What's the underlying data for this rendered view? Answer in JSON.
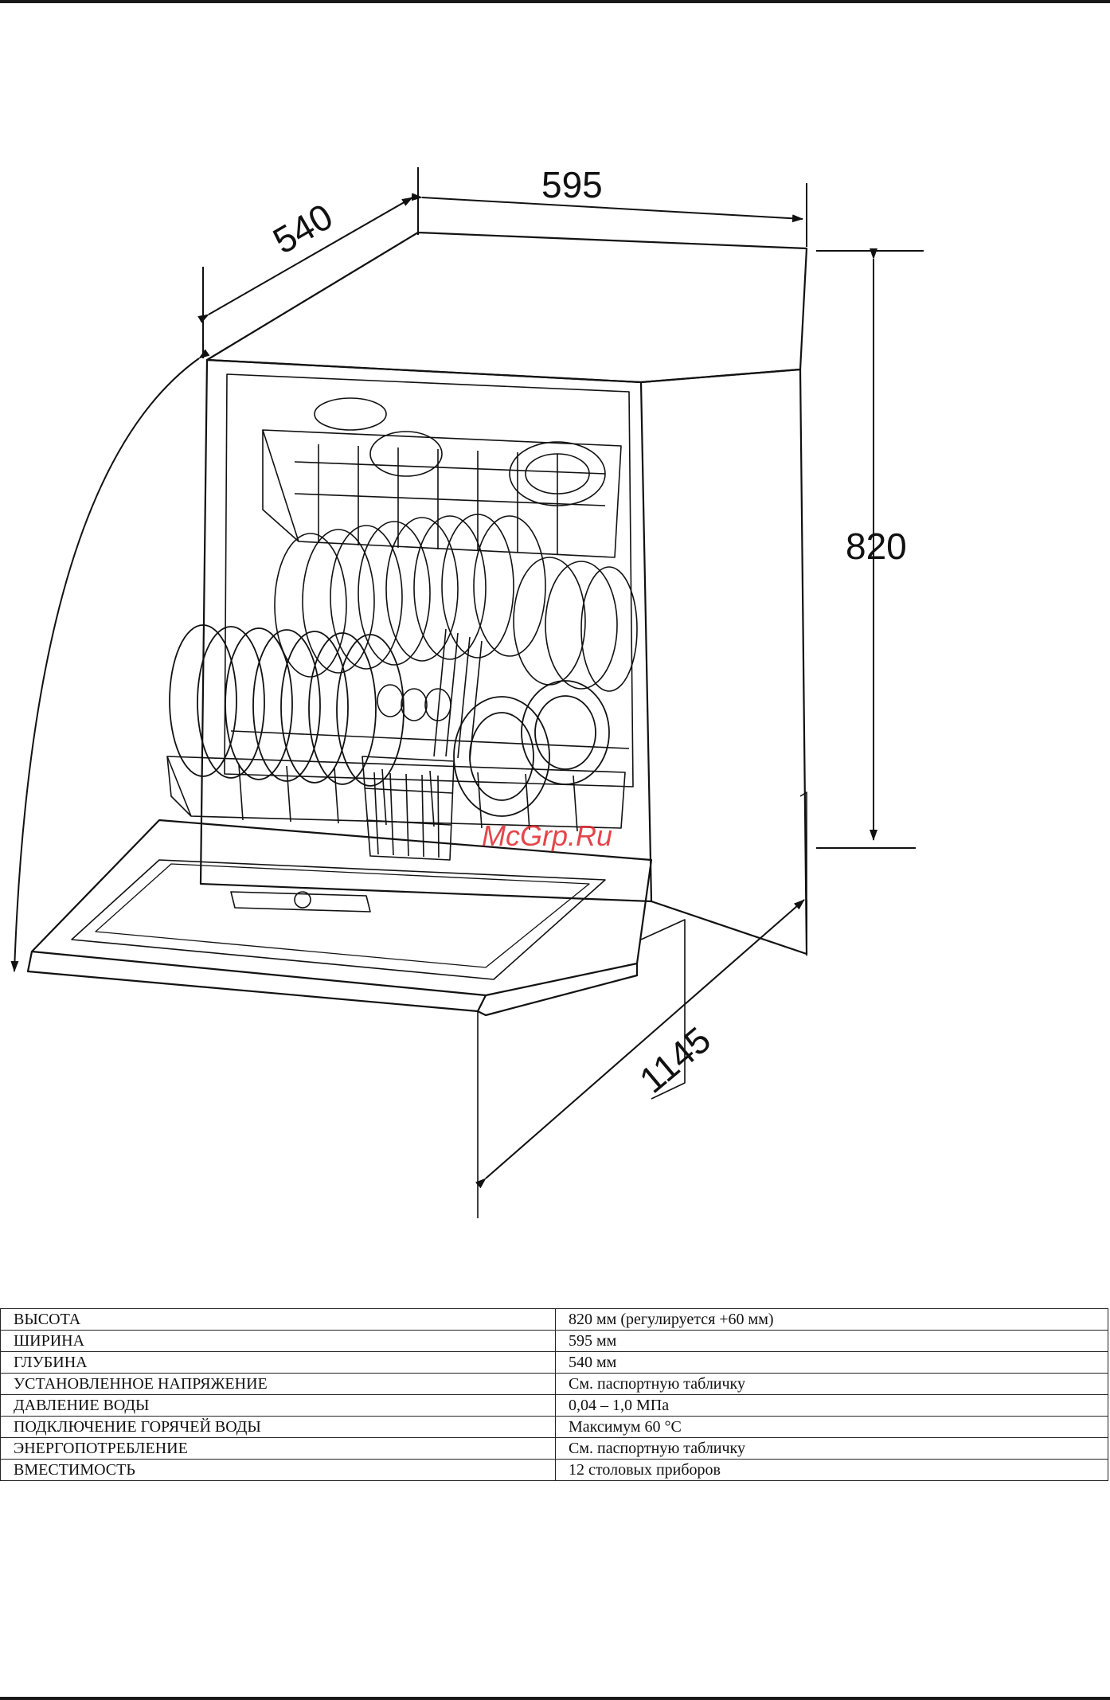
{
  "dimensions": {
    "width": "595",
    "depth": "540",
    "height": "820",
    "depth_door_open": "1145"
  },
  "watermark": "McGrp.Ru",
  "specs": [
    {
      "param": "ВЫСОТА",
      "value": "820 мм (регулируется +60 мм)"
    },
    {
      "param": "ШИРИНА",
      "value": "595 мм"
    },
    {
      "param": "ГЛУБИНА",
      "value": "540 мм"
    },
    {
      "param": "УСТАНОВЛЕННОЕ НАПРЯЖЕНИЕ",
      "value": "См. паспортную табличку"
    },
    {
      "param": "ДАВЛЕНИЕ ВОДЫ",
      "value": "0,04 – 1,0 МПа"
    },
    {
      "param": "ПОДКЛЮЧЕНИЕ ГОРЯЧЕЙ ВОДЫ",
      "value": "Максимум 60 °С"
    },
    {
      "param": "ЭНЕРГОПОТРЕБЛЕНИЕ",
      "value": "См. паспортную табличку"
    },
    {
      "param": "ВМЕСТИМОСТЬ",
      "value": "12 столовых приборов"
    }
  ]
}
